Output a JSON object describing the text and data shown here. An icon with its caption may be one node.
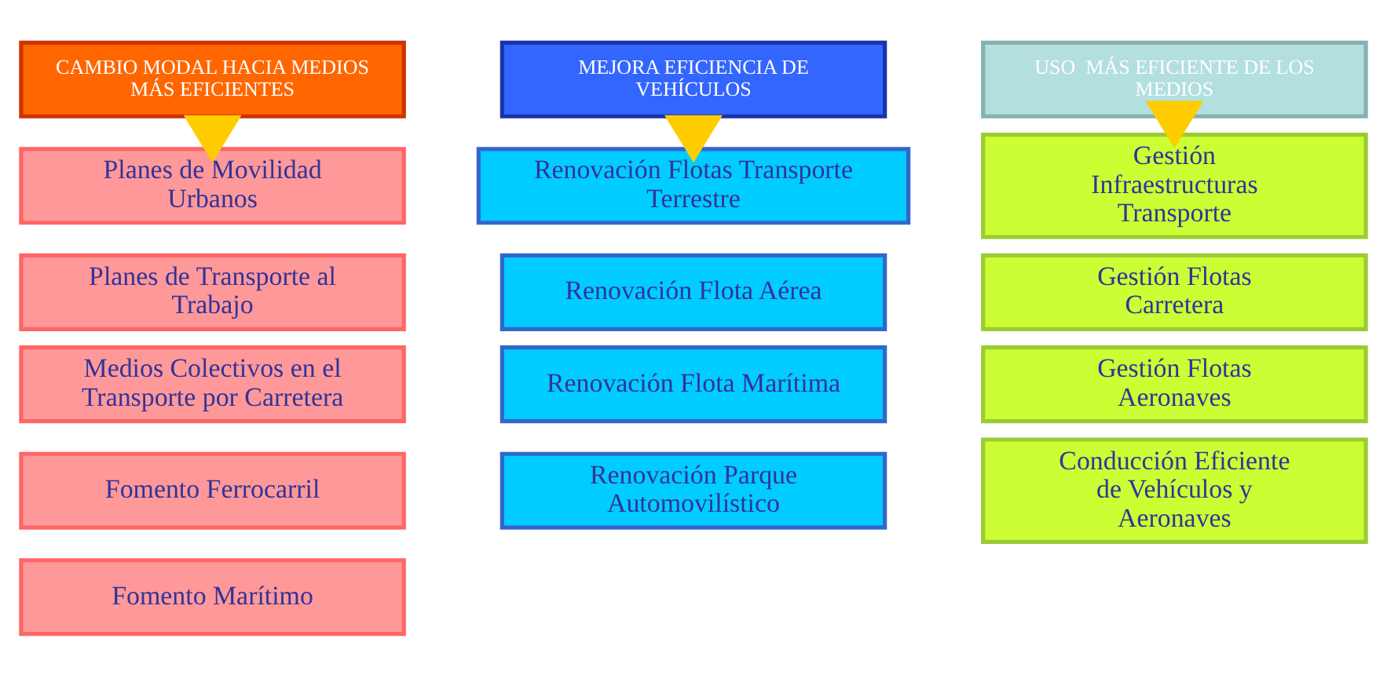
{
  "diagram": {
    "nodes": [
      {
        "text": [
          "CAMBIO MODAL HACIA MEDIOS MÁS EFICIENTES"
        ]
      },
      {
        "text": [
          "MEJORA EFICIENCIA DE VEHÍCULOS"
        ]
      },
      {
        "text": [
          "USO  MÁS EFICIENTE DE LOS MEDIOS"
        ]
      },
      {
        "text": [
          "Planes de Movilidad Urbanos"
        ]
      },
      {
        "text": [
          "Planes de Transporte al Trabajo"
        ]
      },
      {
        "text": [
          "Medios Colectivos en el Transporte por Carretera"
        ]
      },
      {
        "text": [
          "Fomento Ferrocarril"
        ]
      },
      {
        "text": [
          "Fomento Marítimo"
        ]
      },
      {
        "text": [
          "Renovación Flotas Transporte Terrestre"
        ]
      },
      {
        "text": [
          "Renovación Flota Aérea"
        ]
      },
      {
        "text": [
          "Renovación Flota Marítima"
        ]
      },
      {
        "text": [
          "Renovación Parque Automovilístico"
        ]
      },
      {
        "text": [
          "Gestión Infraestructuras Transporte"
        ]
      },
      {
        "text": [
          "Gestión Flotas Carretera"
        ]
      },
      {
        "text": [
          "Gestión Flotas Aeronaves"
        ]
      },
      {
        "text": [
          "Conducción Eficiente de Vehículos y Aeronaves"
        ]
      }
    ],
    "edges": [
      {
        "from": 0,
        "to": 3,
        "arrow": "to",
        "style": "thick"
      },
      {
        "from": 1,
        "to": 8,
        "arrow": "to",
        "style": "thick"
      },
      {
        "from": 2,
        "to": 12,
        "arrow": "to",
        "style": "thick"
      }
    ]
  }
}
